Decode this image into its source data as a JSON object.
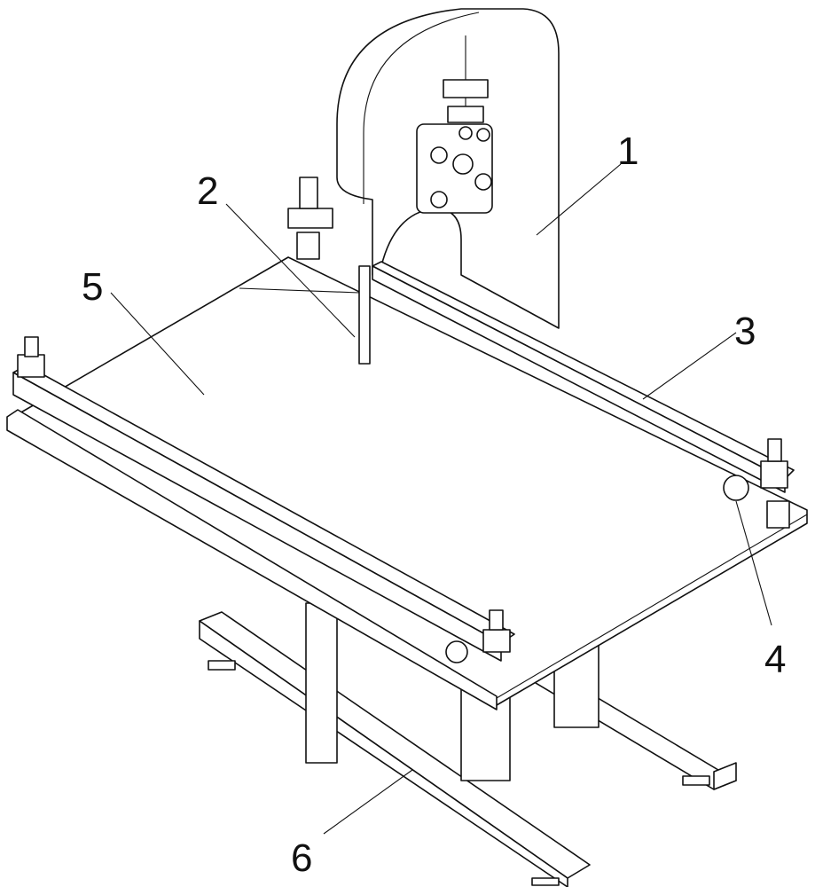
{
  "figure": {
    "labels": [
      {
        "id": "label-1",
        "text": "1"
      },
      {
        "id": "label-2",
        "text": "2"
      },
      {
        "id": "label-3",
        "text": "3"
      },
      {
        "id": "label-4",
        "text": "4"
      },
      {
        "id": "label-5",
        "text": "5"
      },
      {
        "id": "label-6",
        "text": "6"
      }
    ]
  }
}
